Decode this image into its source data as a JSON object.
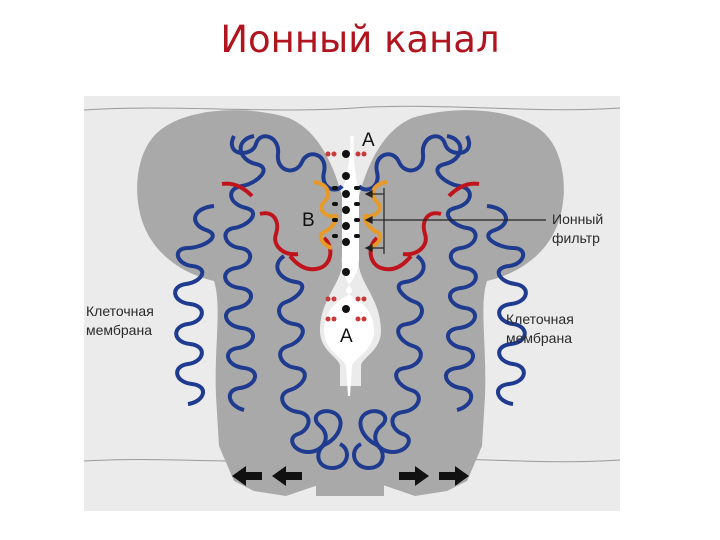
{
  "title": "Ионный канал",
  "labels": {
    "site_top": "A",
    "site_bottom": "A",
    "site_b": "B",
    "filter_line1": "Ионный",
    "filter_line2": "фильтр",
    "membrane_left_line1": "Клеточная",
    "membrane_left_line2": "мембрана",
    "membrane_right_line1": "Клеточная",
    "membrane_right_line2": "мембрана"
  },
  "colors": {
    "title": "#b0141e",
    "protein": "#a9a9a9",
    "helix": "#1f3b8f",
    "pore_loop": "#c0141c",
    "filter": "#e59a2a",
    "ion": "#111111",
    "water": "#c83a3a"
  }
}
